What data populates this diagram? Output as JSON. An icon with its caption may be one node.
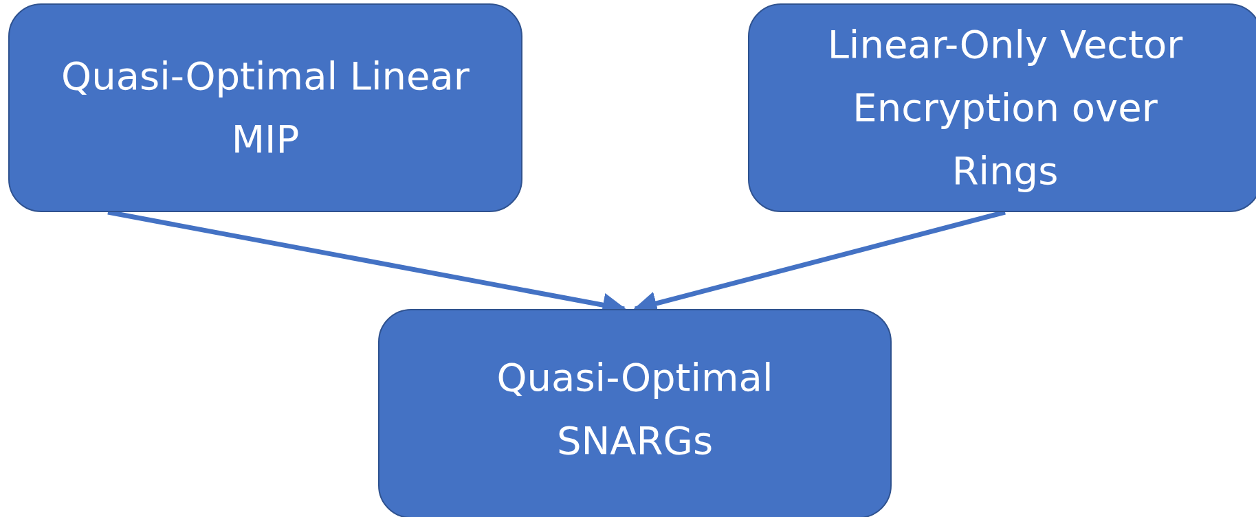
{
  "diagram": {
    "nodes": [
      {
        "text": [
          "Quasi-Optimal Linear MIP"
        ]
      },
      {
        "text": [
          "Linear-Only Vector Encryption over Rings"
        ]
      },
      {
        "text": [
          "Quasi-Optimal SNARGs"
        ]
      }
    ],
    "edges": [
      {
        "from": 0,
        "to": 2,
        "arrow": "to"
      },
      {
        "from": 1,
        "to": 2,
        "arrow": "to"
      }
    ]
  }
}
